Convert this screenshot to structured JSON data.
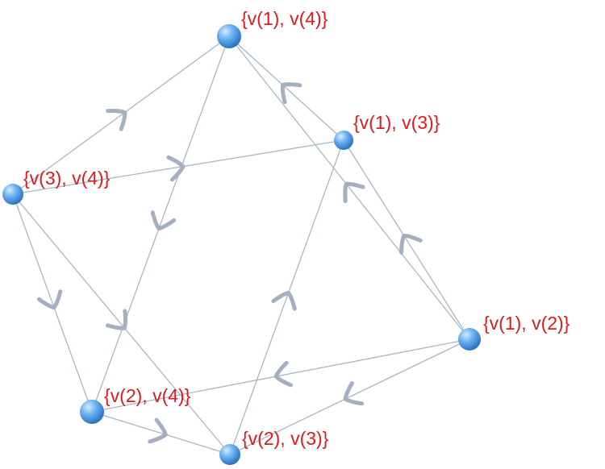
{
  "diagram": {
    "nodes": [
      {
        "id": "v1v4",
        "label": "{v(1), v(4)}",
        "label_pos": "right-up"
      },
      {
        "id": "v1v3",
        "label": "{v(1), v(3)}",
        "label_pos": "right-up"
      },
      {
        "id": "v3v4",
        "label": "{v(3), v(4)}",
        "label_pos": "right-up"
      },
      {
        "id": "v1v2",
        "label": "{v(1), v(2)}",
        "label_pos": "right-up"
      },
      {
        "id": "v2v4",
        "label": "{v(2), v(4)}",
        "label_pos": "right-up"
      },
      {
        "id": "v2v3",
        "label": "{v(2), v(3)}",
        "label_pos": "right-up"
      }
    ],
    "edges": [
      {
        "from": "v3v4",
        "to": "v1v4"
      },
      {
        "from": "v3v4",
        "to": "v1v3"
      },
      {
        "from": "v3v4",
        "to": "v2v4"
      },
      {
        "from": "v3v4",
        "to": "v2v3"
      },
      {
        "from": "v1v4",
        "to": "v2v4"
      },
      {
        "from": "v1v3",
        "to": "v1v4"
      },
      {
        "from": "v1v2",
        "to": "v1v4"
      },
      {
        "from": "v1v2",
        "to": "v1v3"
      },
      {
        "from": "v1v2",
        "to": "v2v4"
      },
      {
        "from": "v1v2",
        "to": "v2v3"
      },
      {
        "from": "v2v3",
        "to": "v1v3"
      },
      {
        "from": "v2v4",
        "to": "v2v3"
      }
    ],
    "colors": {
      "node": "#5fa8f0",
      "edge": "#a9b6c6",
      "arrow": "#a4b0c2",
      "label": "#e0191c"
    }
  }
}
